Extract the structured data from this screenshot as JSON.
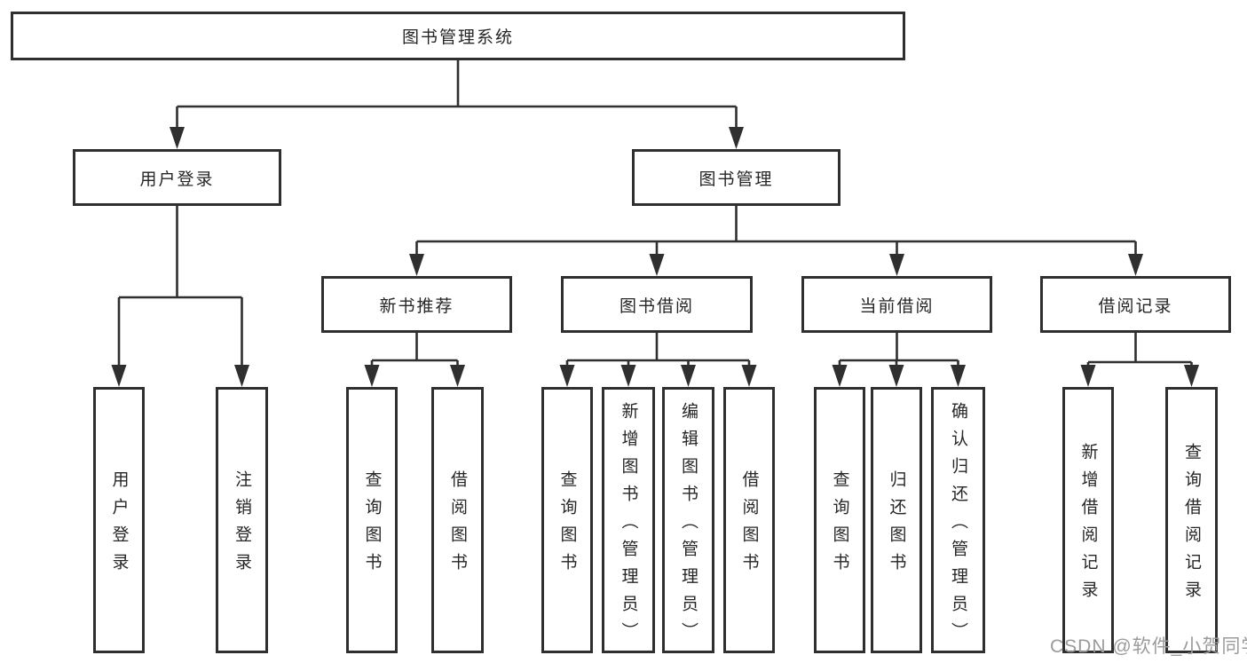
{
  "diagram": {
    "root": {
      "label": "图书管理系统"
    },
    "branches": [
      {
        "label": "用户登录",
        "children": [
          "用户登录",
          "注销登录"
        ]
      },
      {
        "label": "图书管理",
        "sections": [
          {
            "label": "新书推荐",
            "children": [
              "查询图书",
              "借阅图书"
            ]
          },
          {
            "label": "图书借阅",
            "children": [
              "查询图书",
              "新增图书（管理员）",
              "编辑图书（管理员）",
              "借阅图书"
            ]
          },
          {
            "label": "当前借阅",
            "children": [
              "查询图书",
              "归还图书",
              "确认归还（管理员）"
            ]
          },
          {
            "label": "借阅记录",
            "children": [
              "新增借阅记录",
              "查询借阅记录"
            ]
          }
        ]
      }
    ]
  },
  "watermark": "CSDN @软件_小贺同学",
  "colors": {
    "line": "#2f2f2f",
    "box_border": "#2f2f2f",
    "text": "#262626",
    "watermark": "#9b9b9b",
    "background": "#ffffff"
  }
}
